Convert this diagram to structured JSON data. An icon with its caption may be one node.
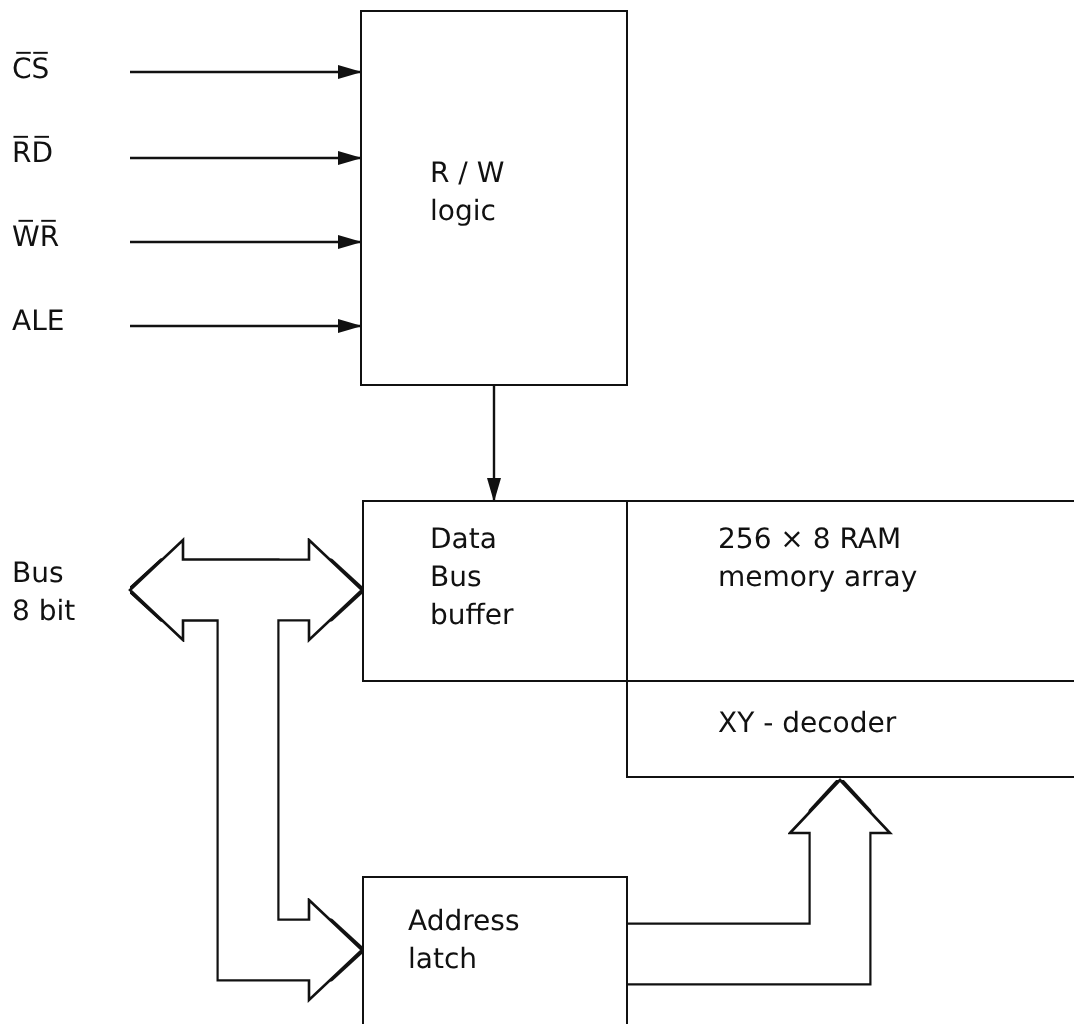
{
  "diagram": {
    "nodes": [
      {
        "text": [
          "C̅S̅"
        ]
      },
      {
        "text": [
          "R̅D̅"
        ]
      },
      {
        "text": [
          "W̅R̅"
        ]
      },
      {
        "text": [
          "ALE"
        ]
      },
      {
        "text": [
          "R / W logic"
        ]
      },
      {
        "text": [
          "Bus 8 bit"
        ]
      },
      {
        "text": [
          "Data Bus buffer"
        ]
      },
      {
        "text": [
          "256 × 8 RAM memory array"
        ]
      },
      {
        "text": [
          "XY - decoder"
        ]
      },
      {
        "text": [
          "Address latch"
        ]
      }
    ],
    "edges": [
      {
        "from": 0,
        "to": 4,
        "arrow": "to"
      },
      {
        "from": 1,
        "to": 4,
        "arrow": "to"
      },
      {
        "from": 2,
        "to": 4,
        "arrow": "to"
      },
      {
        "from": 3,
        "to": 4,
        "arrow": "to"
      },
      {
        "from": 4,
        "to": 6,
        "arrow": "to"
      },
      {
        "from": 5,
        "to": 6,
        "arrow": "both",
        "style": "thick"
      },
      {
        "from": 5,
        "to": 9,
        "arrow": "to",
        "style": "thick"
      },
      {
        "from": 9,
        "to": 8,
        "arrow": "to",
        "style": "thick"
      }
    ]
  }
}
